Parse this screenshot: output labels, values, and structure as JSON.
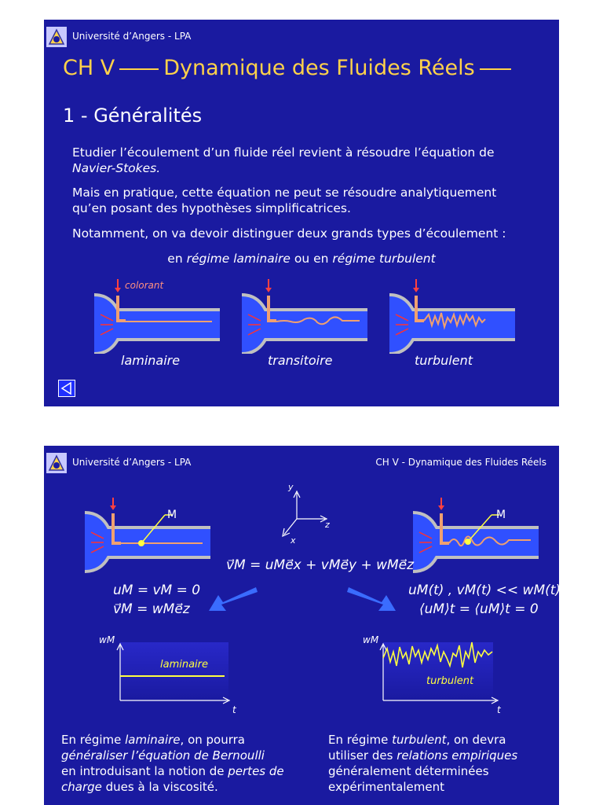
{
  "slide1": {
    "header": "Université d’Angers - LPA",
    "title_prefix": "CH V",
    "title_main": "Dynamique des Fluides Réels",
    "section": "1 - Généralités",
    "p1_text": "Etudier l’écoulement d’un fluide réel revient à résoudre l’équation de",
    "p1_em": "Navier-Stokes.",
    "p2_line1": "Mais en pratique, cette équation ne peut se résoudre analytiquement",
    "p2_line2": "qu’en posant des hypothèses simplificatrices.",
    "p3": "Notamment, on va devoir distinguer deux grands types d’écoulement :",
    "p4_a": "en ",
    "p4_em1": "régime laminaire",
    "p4_b": " ou en ",
    "p4_em2": "régime turbulent",
    "colorant": "colorant",
    "captions": [
      "laminaire",
      "transitoire",
      "turbulent"
    ]
  },
  "slide2": {
    "header_left": "Université d’Angers - LPA",
    "header_right": "CH V - Dynamique des Fluides Réels",
    "point_label": "M",
    "axes": {
      "y": "y",
      "z": "z",
      "x": "x"
    },
    "equation_center": "v⃗M = uMe⃗x + vMe⃗y + wMe⃗z",
    "left_eq1": "uM = vM = 0",
    "left_eq2": "v⃗M = wMe⃗z",
    "right_eq1": "uM(t) , vM(t)  <<  wM(t)",
    "right_eq2": "⟨uM⟩t = ⟨uM⟩t = 0",
    "graph_ylabel": "wM",
    "graph_xlabel": "t",
    "graph_left_label": "laminaire",
    "graph_right_label": "turbulent",
    "left_text": {
      "a": "En régime ",
      "em1": "laminaire",
      "b": ", on pourra",
      "em2": "généraliser l’équation de Bernoulli",
      "c": "en introduisant la notion de ",
      "em3": "pertes de",
      "em4": "charge",
      "d": " dues à la viscosité."
    },
    "right_text": {
      "a": "En régime ",
      "em1": "turbulent",
      "b": ", on devra",
      "c": "utiliser des ",
      "em2": "relations empiriques",
      "d": "généralement déterminées",
      "e": "expérimentalement"
    }
  },
  "colors": {
    "slide_bg": "#1a1aa0",
    "title": "#ffd24a",
    "tube": "#3050ff",
    "dye": "#f0a070",
    "arrow": "#3a6cff"
  }
}
